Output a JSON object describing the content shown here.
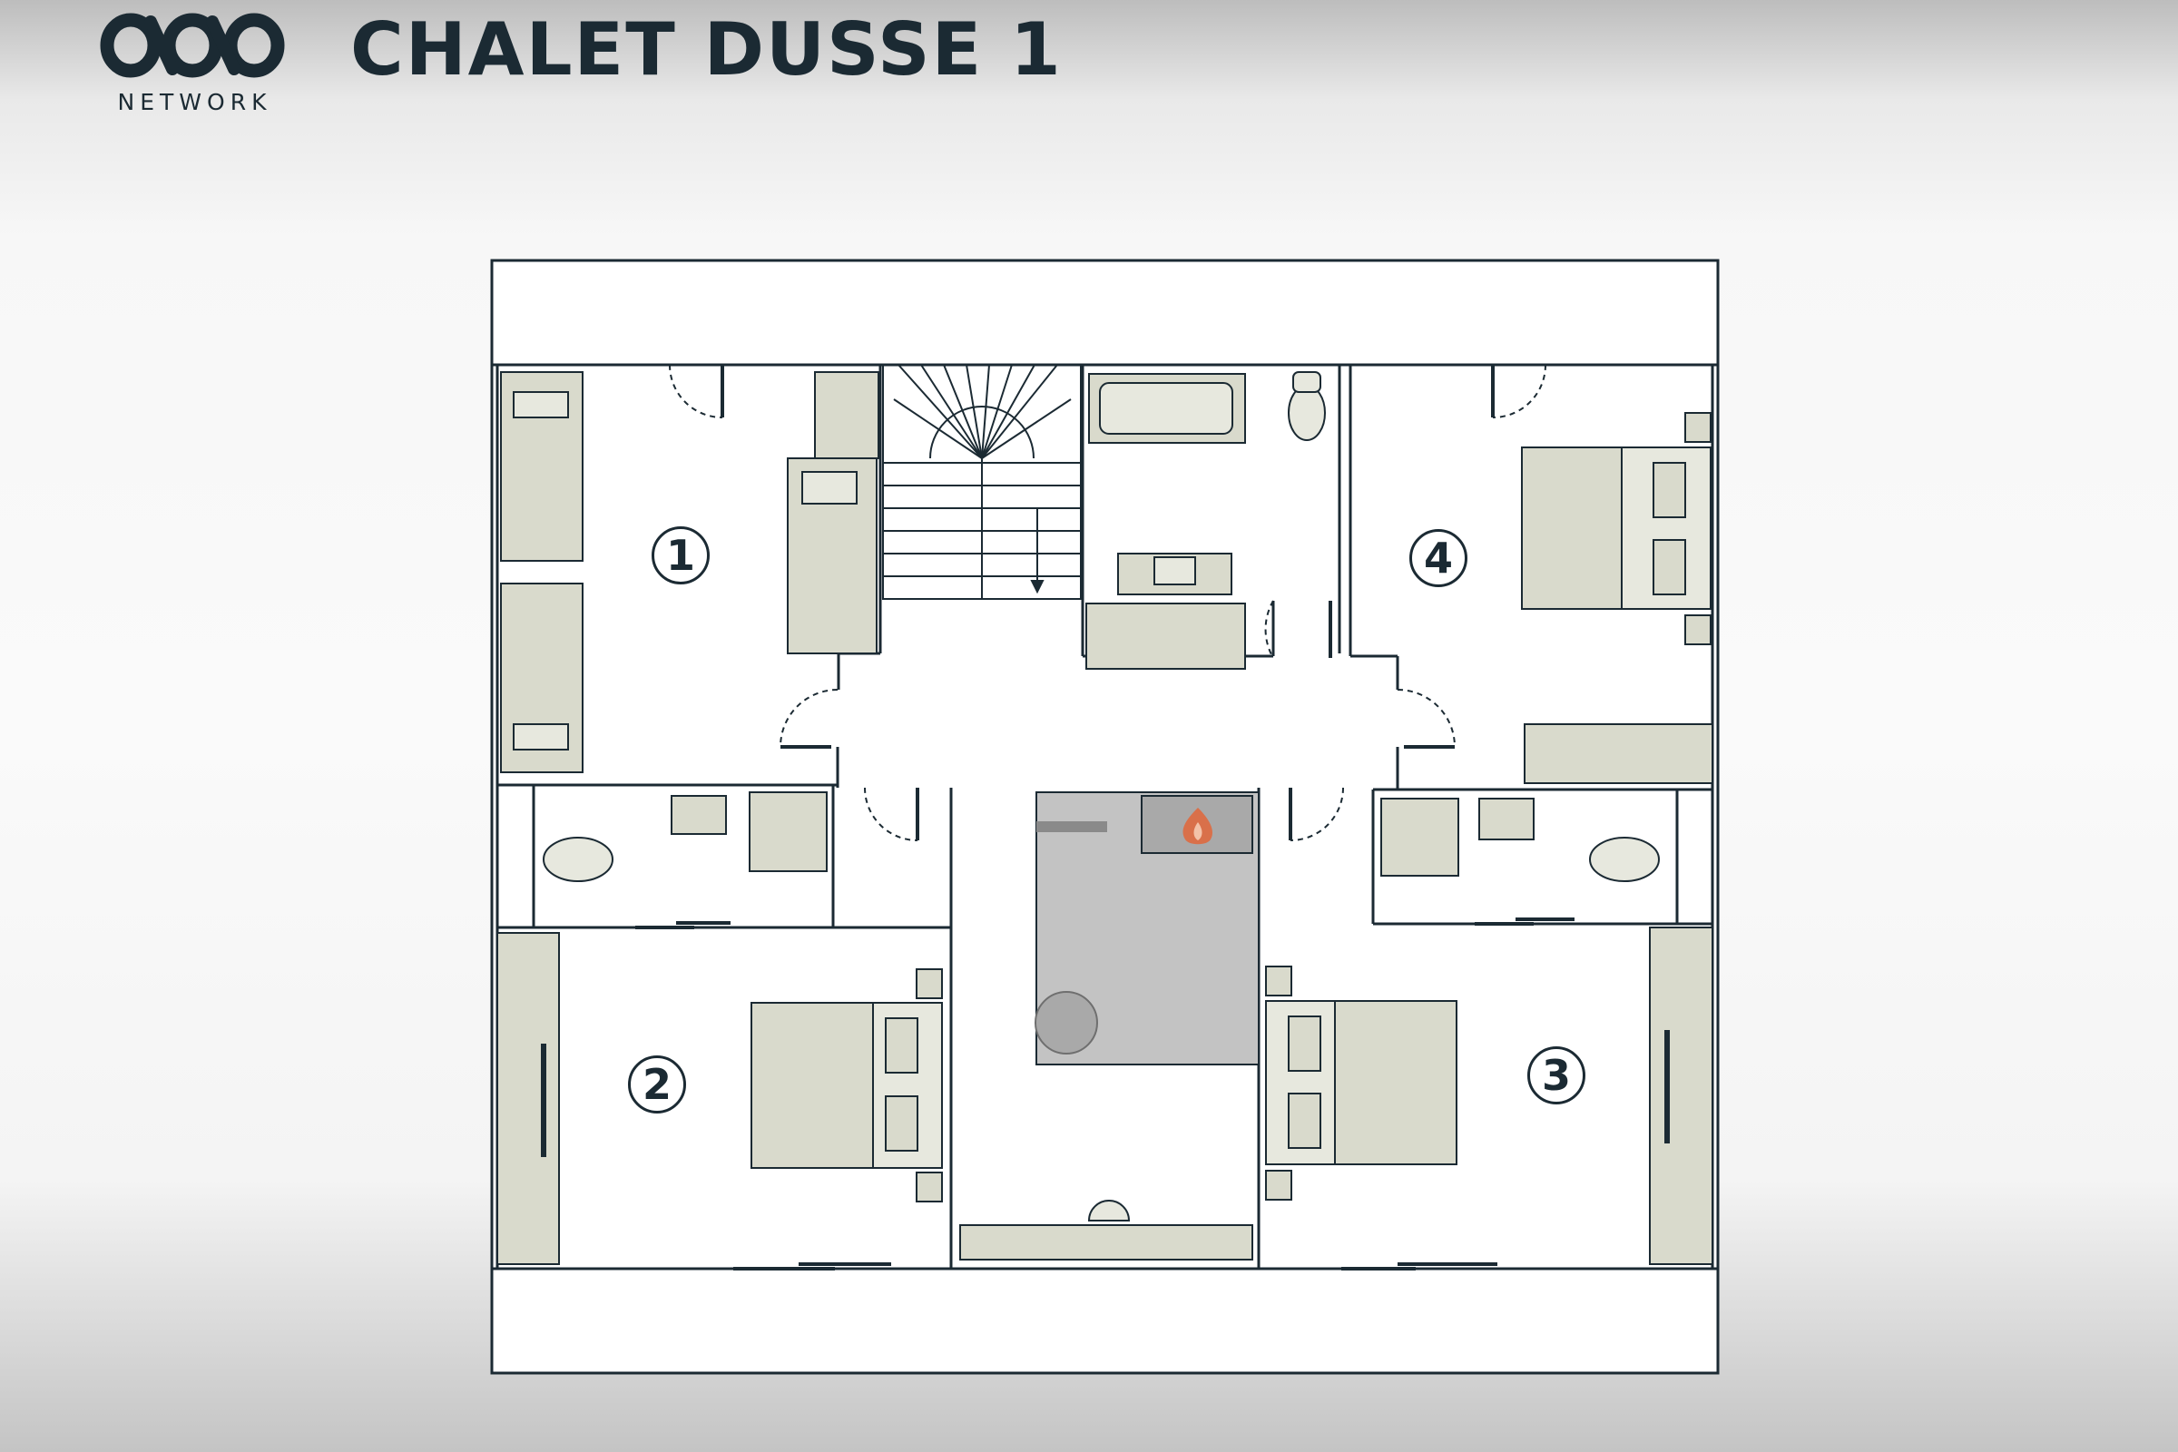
{
  "header": {
    "title": "CHALET DUSSE 1",
    "logo_text": "NETWORK"
  },
  "rooms": [
    {
      "number": "1"
    },
    {
      "number": "2"
    },
    {
      "number": "3"
    },
    {
      "number": "4"
    }
  ],
  "colors": {
    "wall": "#1b2a33",
    "furniture_fill": "#d9dacc",
    "floor": "#ffffff",
    "living_area": "#c3c3c3",
    "fire_icon": "#d9704a"
  }
}
